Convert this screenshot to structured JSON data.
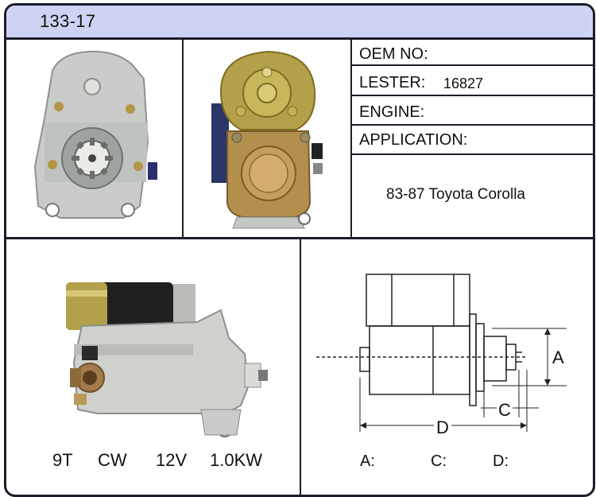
{
  "header": {
    "code": "133-17"
  },
  "specs": {
    "oem_label": "OEM NO:",
    "oem_value": "",
    "lester_label": "LESTER:",
    "lester_value": "16827",
    "engine_label": "ENGINE:",
    "engine_value": "",
    "application_label": "APPLICATION:",
    "application_value": "83-87 Toyota Corolla"
  },
  "ratings": {
    "teeth": "9T",
    "rotation": "CW",
    "voltage": "12V",
    "power": "1.0KW"
  },
  "diagram": {
    "label_a": "A",
    "label_c": "C",
    "label_d": "D",
    "dim_a_label": "A:",
    "dim_c_label": "C:",
    "dim_d_label": "D:"
  },
  "colors": {
    "header_bg": "#cfd3f3",
    "border": "#1c1c2a",
    "brass": "#b08a3a",
    "metal": "#cfd3cf"
  }
}
